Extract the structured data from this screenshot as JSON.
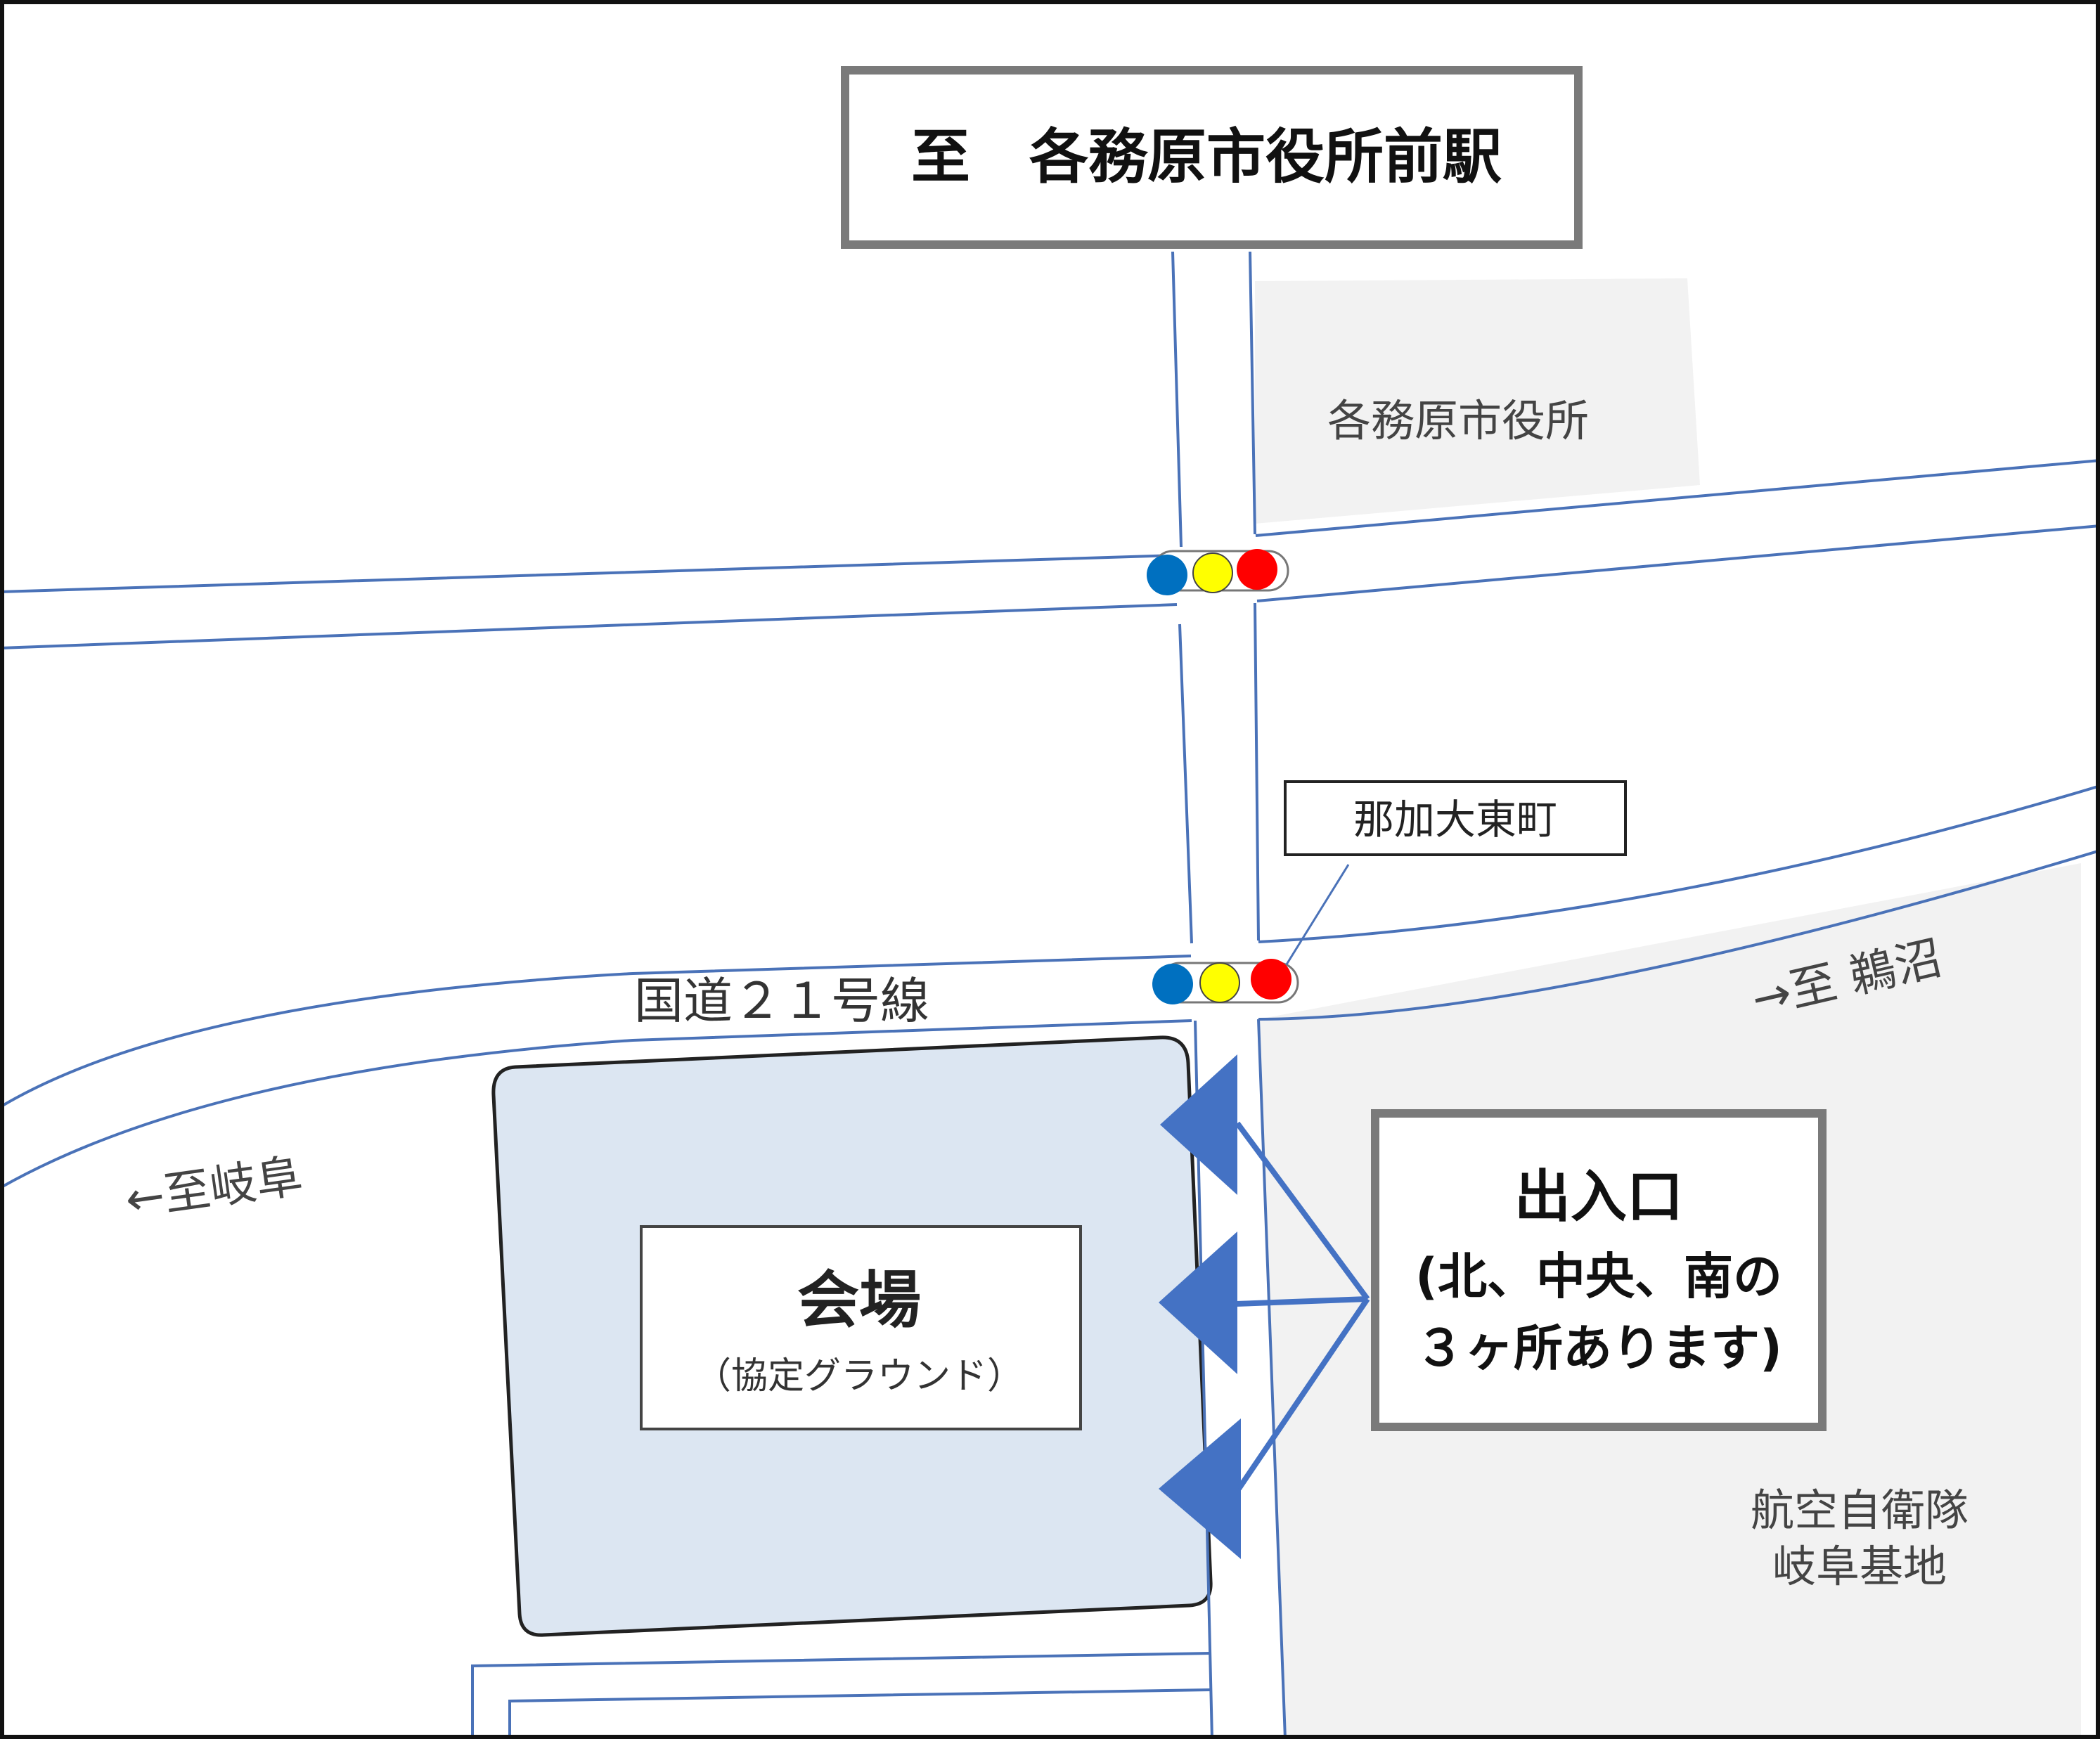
{
  "labels": {
    "station_sign": "至　各務原市役所前駅",
    "city_hall": "各務原市役所",
    "intersection_name": "那加大東町",
    "route_name": "国道２１号線",
    "dir_unuma": "→至 鵜沼",
    "dir_gifu": "←至岐阜",
    "venue_title": "会場",
    "venue_subtitle": "（協定グラウンド）",
    "entrance_line1": "出入口",
    "entrance_line2": "(北、中央、南の",
    "entrance_line3": "３ヶ所あります)",
    "base_line1": "航空自衛隊",
    "base_line2": "岐阜基地"
  },
  "colors": {
    "road_line": "#4a72b8",
    "arrow_blue": "#4472c4",
    "venue_fill": "#dce6f2",
    "area_gray": "#f2f2f2",
    "sign_border": "#7a7a7a",
    "signal_blue": "#0070c0",
    "signal_yellow": "#ffff00",
    "signal_red": "#ff0000"
  }
}
